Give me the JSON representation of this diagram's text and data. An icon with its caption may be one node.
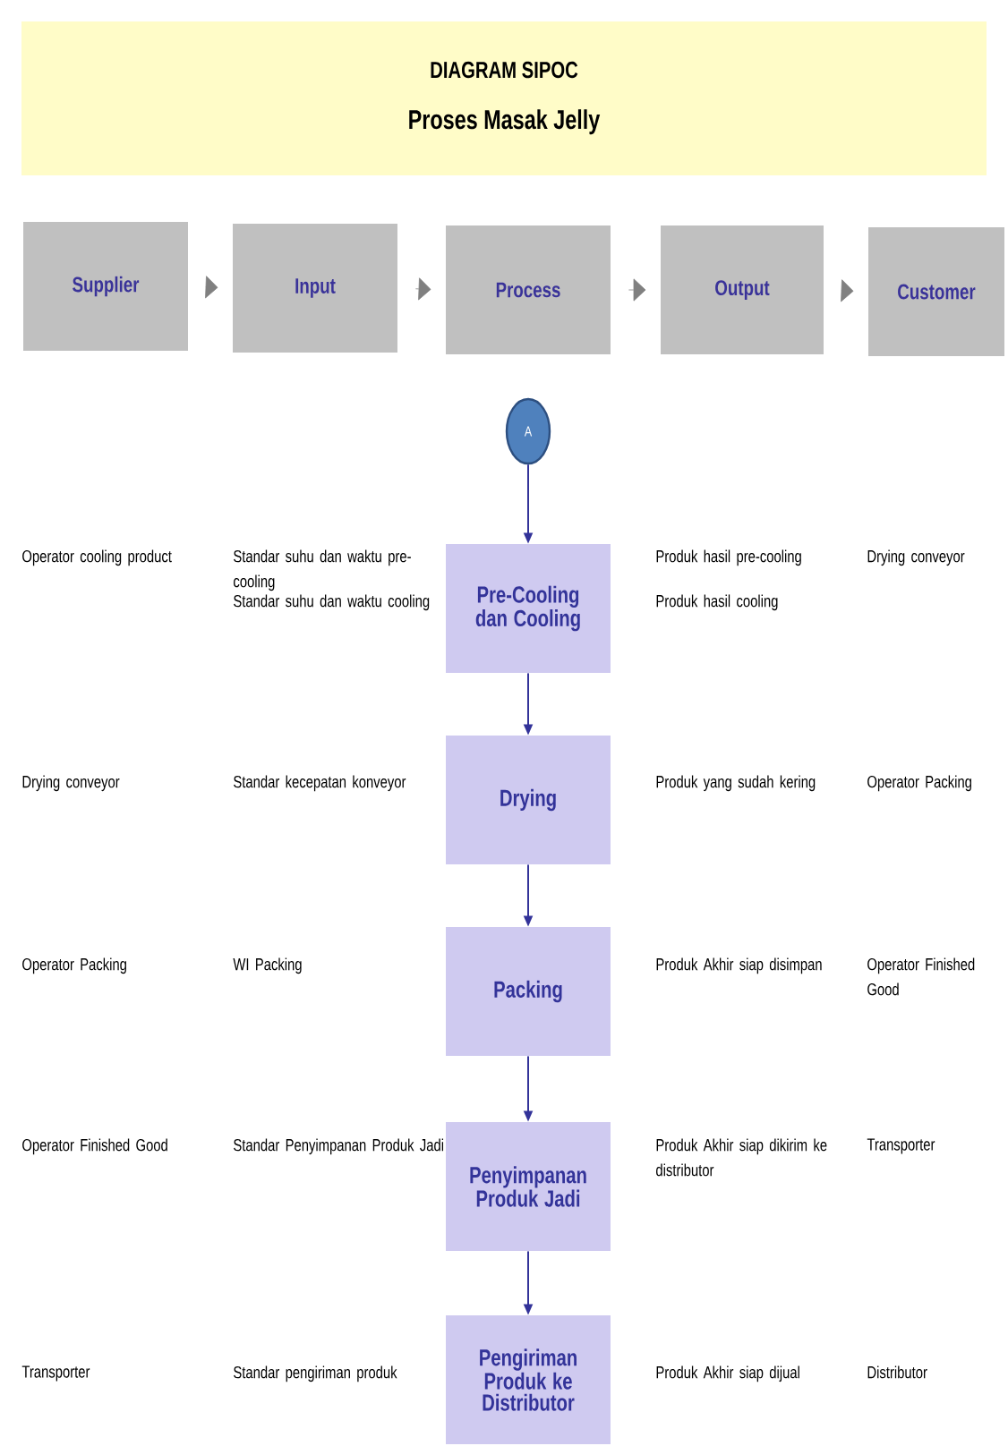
{
  "diagram": {
    "nodes": [
      {
        "text": [
          "DIAGRAM SIPOC",
          "Proses Masak Jelly"
        ]
      },
      {
        "text": [
          "Supplier"
        ]
      },
      {
        "text": [
          "Input"
        ]
      },
      {
        "text": [
          "Process"
        ]
      },
      {
        "text": [
          "Output"
        ]
      },
      {
        "text": [
          "Customer"
        ]
      },
      {
        "text": [
          "A"
        ]
      },
      {
        "text": [
          "Pre-Cooling dan Cooling"
        ]
      },
      {
        "text": [
          "Drying"
        ]
      },
      {
        "text": [
          "Packing"
        ]
      },
      {
        "text": [
          "Penyimpanan Produk Jadi"
        ]
      },
      {
        "text": [
          "Pengiriman Produk ke Distributor"
        ]
      }
    ],
    "edges": [
      {
        "from": 1,
        "to": 2,
        "arrow": "to",
        "color": "#808080"
      },
      {
        "from": 2,
        "to": 3,
        "arrow": "to",
        "color": "#808080"
      },
      {
        "from": 3,
        "to": 4,
        "arrow": "to",
        "color": "#808080"
      },
      {
        "from": 4,
        "to": 5,
        "arrow": "to",
        "color": "#808080"
      },
      {
        "from": 6,
        "to": 7,
        "arrow": "to"
      },
      {
        "from": 7,
        "to": 8,
        "arrow": "to"
      },
      {
        "from": 8,
        "to": 9,
        "arrow": "to"
      },
      {
        "from": 9,
        "to": 10,
        "arrow": "to"
      },
      {
        "from": 10,
        "to": 11,
        "arrow": "to"
      }
    ],
    "labels": [
      "Operator cooling product",
      "Standar suhu dan waktu pre-cooling",
      "Standar suhu dan waktu cooling",
      "Produk hasil pre-cooling",
      "Produk hasil cooling",
      "Drying conveyor",
      "Drying conveyor",
      "Standar kecepatan konveyor",
      "Produk yang sudah kering",
      "Operator Packing",
      "Operator Packing",
      "WI Packing",
      "Produk Akhir siap disimpan",
      "Operator Finished Good",
      "Operator Finished Good",
      "Standar Penyimpanan Produk Jadi",
      "Produk Akhir siap dikirim ke distributor",
      "Transporter",
      "Transporter",
      "Standar pengiriman produk",
      "Produk Akhir siap dijual",
      "Distributor"
    ]
  }
}
